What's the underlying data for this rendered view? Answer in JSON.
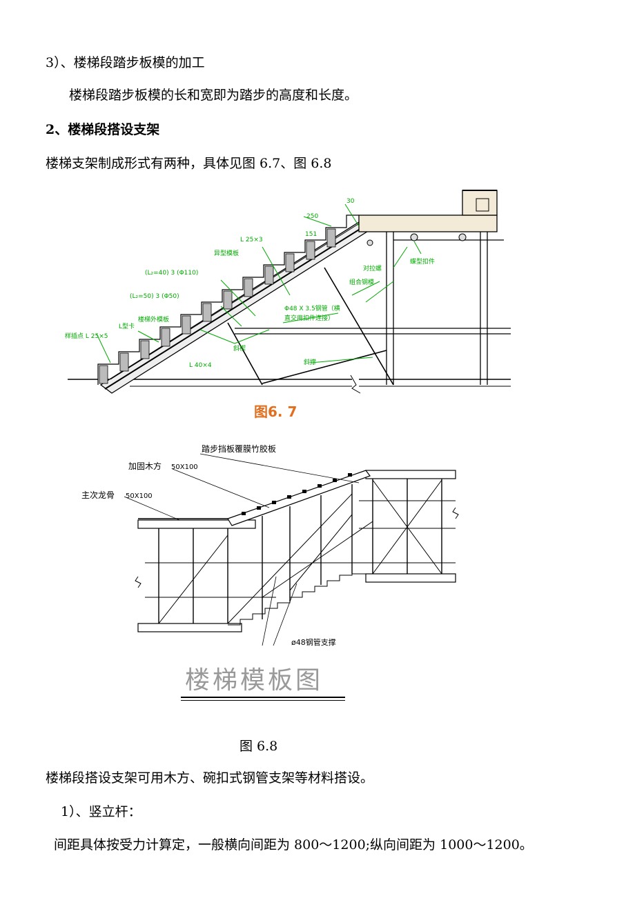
{
  "section": {
    "heading_3": "3）、楼梯段踏步板模的加工",
    "para_3": "楼梯段踏步板模的长和宽即为踏步的高度和长度。",
    "heading_2": "2、楼梯段搭设支架",
    "intro": "楼梯支架制成形式有两种，具体见图 6.7、图 6.8"
  },
  "figure_67": {
    "caption": "图6. 7",
    "labels": {
      "dim_30": "30",
      "dim_250": "250",
      "dim_151": "151",
      "angle_top": "L 25×3",
      "profiled_board": "异型模板",
      "tube_a": "(L₂=40) 3 (Φ110)",
      "tube_b": "(L₂=50) 3 (Φ50)",
      "outer_form": "楼梯外模板",
      "l_block": "L型卡",
      "fixer": "样插点 L 25×5",
      "diag_tie": "斜楔",
      "bracket": "L 40×4",
      "brace": "斜撑",
      "pipe_note_1": "Φ48 X 3.5钢管（横",
      "pipe_note_2": "直交用扣件连接）",
      "combined_form": "组合钢模",
      "pull_screw": "对拉螺",
      "clamp": "蝶型扣件"
    }
  },
  "figure_68": {
    "labels": {
      "step_board": "踏步挡板覆膜竹胶板",
      "timber_1": "加固木方",
      "timber_1_size": "50X100",
      "joist": "主次龙骨",
      "joist_size": "50X100",
      "pipe_support": "ø48钢管支撑"
    },
    "title": "楼梯模板图",
    "caption": "图 6.8"
  },
  "body": {
    "para_materials": "楼梯段搭设支架可用木方、碗扣式钢管支架等材料搭设。",
    "item_1": "1）、竖立杆：",
    "para_spacing": "间距具体按受力计算定，一般横向间距为 800～1200;纵向间距为 1000～1200。"
  },
  "colors": {
    "annotation": "#00aa00",
    "caption_orange": "#e07020",
    "drawing": "#000000"
  }
}
